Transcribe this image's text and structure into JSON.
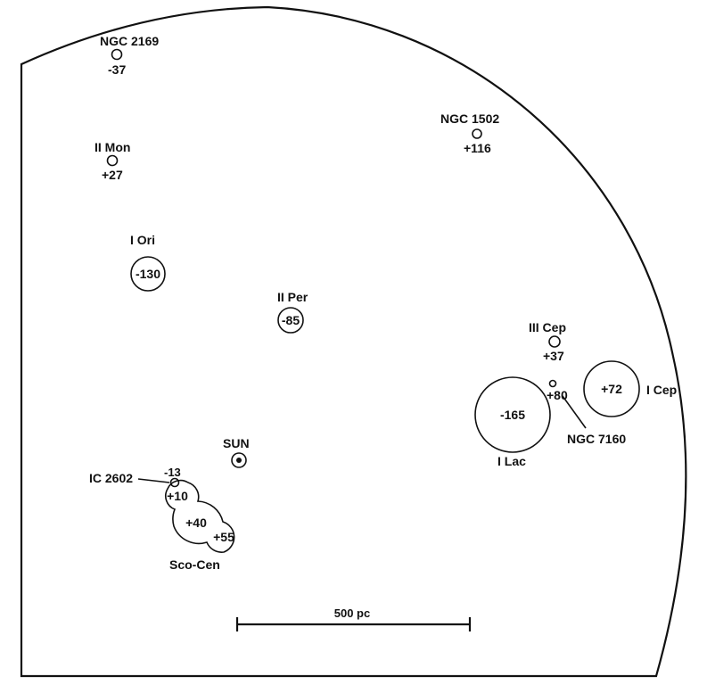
{
  "groups": {
    "ngc2169": {
      "name": "NGC 2169",
      "velocity": "-37"
    },
    "iimon": {
      "name": "II Mon",
      "velocity": "+27"
    },
    "iori": {
      "name": "I Ori",
      "velocity": "-130"
    },
    "iiper": {
      "name": "II Per",
      "velocity": "-85"
    },
    "ngc1502": {
      "name": "NGC 1502",
      "velocity": "+116"
    },
    "iiicep": {
      "name": "III Cep",
      "velocity": "+37"
    },
    "icep": {
      "name": "I Cep",
      "velocity": "+72"
    },
    "ilac": {
      "name": "I Lac",
      "velocity": "-165"
    },
    "ngc7160": {
      "name": "NGC 7160",
      "velocity": "+80"
    },
    "ic2602": {
      "name": "IC 2602",
      "velocity": "-13"
    },
    "scocen": {
      "name": "Sco-Cen",
      "velocities": [
        "+10",
        "+40",
        "+55"
      ]
    }
  },
  "sun": {
    "label": "SUN"
  },
  "scale_bar": {
    "label": "500 pc"
  }
}
